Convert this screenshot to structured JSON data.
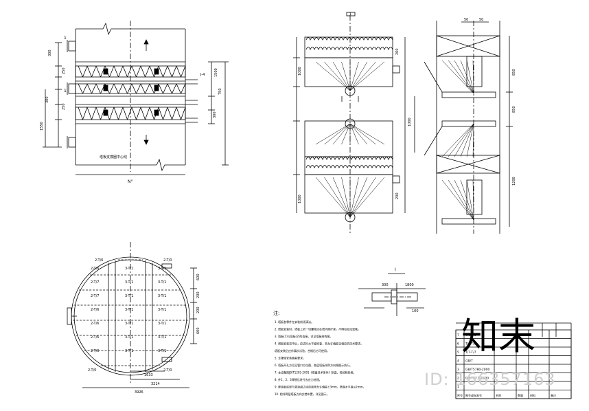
{
  "drawing": {
    "elevation": {
      "dims_left": [
        "300",
        "250",
        "300",
        "250",
        "1550"
      ],
      "dims_right": [
        "1500",
        "750",
        "300"
      ],
      "marks_left": [
        "1",
        "1"
      ],
      "nozzle_tag": "J-4",
      "note_center": "塔板支撑圈中心线",
      "bottom_label": "N°"
    },
    "side_view": {
      "top_mark": "1",
      "dims": [
        "1000",
        "200",
        "1000",
        "200",
        "1000"
      ]
    },
    "end_view": {
      "top_dims": [
        "50",
        "50"
      ],
      "dims": [
        "850",
        "850",
        "1200"
      ]
    },
    "plan": {
      "row_labels_left": [
        "2-T/6",
        "2-T/7",
        "2-T/7",
        "2-T/6",
        "2-T/6",
        "2-T/6",
        "2-T/6"
      ],
      "row_labels_mid": [
        "3-T/1",
        "3-T/1",
        "3-T/1",
        "3-T/1",
        "3-T/1",
        "3-T/1",
        "3-T/1"
      ],
      "row_labels_right": [
        "3-T/1",
        "3-T/1",
        "3-T/1",
        "3-T/1",
        "3-T/1",
        "3-T/1",
        "3-T/1"
      ],
      "dims_right": [
        "600",
        "200",
        "200",
        "600"
      ],
      "dims_bottom": [
        "1633",
        "3214",
        "3926"
      ],
      "corner_tags": [
        "2-T/6",
        "2-T/0",
        "2-T/0",
        "2-T/0"
      ]
    },
    "detail": {
      "mark": "I",
      "dims": [
        "300",
        "1800",
        "100"
      ]
    },
    "notes": {
      "heading": "注:",
      "lines": [
        "1. 塔板各零件在安装前须清洁。",
        "2. 塔板安装时，塔板上的一切螺栓应在塔内侧拧紧，不得有松动现象。",
        "3. 塔板(1)与塔板(2)的连接，详见塔板结构图。",
        "4. 塔板安装完毕后，应进行水平度检查，其允许偏差见相应的技术要求。",
        "   塔板安装后应作漏水试验，合格后方可使用。",
        "5. 支撑梁安装偏差要求。",
        "6. 塔板开孔方位见管口方位图，各层塔板排列方向按图示执行。",
        "7. 本设备按JB/T1205-2001《塔盘技术条件》制造、检验和验收。",
        "8. 件1、2、3焊接后进行去应力处理。",
        "9. 降液板底部与受液盘之间的距离允许偏差±3mm，塔盘水平度≤2mm。",
        "10. 相邻两层塔板方向交错布置，详见图示。"
      ]
    },
    "bom": {
      "header": [
        "序号",
        "图号或标准号",
        "名称",
        "数量",
        "材料",
        "备注"
      ],
      "rows": [
        [
          "7",
          "T/6-T/6",
          "",
          "",
          "",
          ""
        ],
        [
          "6",
          "T/6-T/6",
          "",
          "",
          "",
          ""
        ],
        [
          "5",
          "T/7-T/7",
          "",
          "",
          "",
          ""
        ],
        [
          "4",
          "GB/T",
          "",
          "",
          "",
          ""
        ],
        [
          "3",
          "GB/T5780-2000",
          "",
          "",
          "",
          ""
        ],
        [
          "2",
          "GB/T97.1-2000",
          "",
          "",
          "",
          ""
        ],
        [
          "1",
          "",
          "",
          "",
          "",
          ""
        ]
      ]
    },
    "watermark": {
      "logo_text": "知末",
      "id_text": "ID: 166357163"
    }
  }
}
